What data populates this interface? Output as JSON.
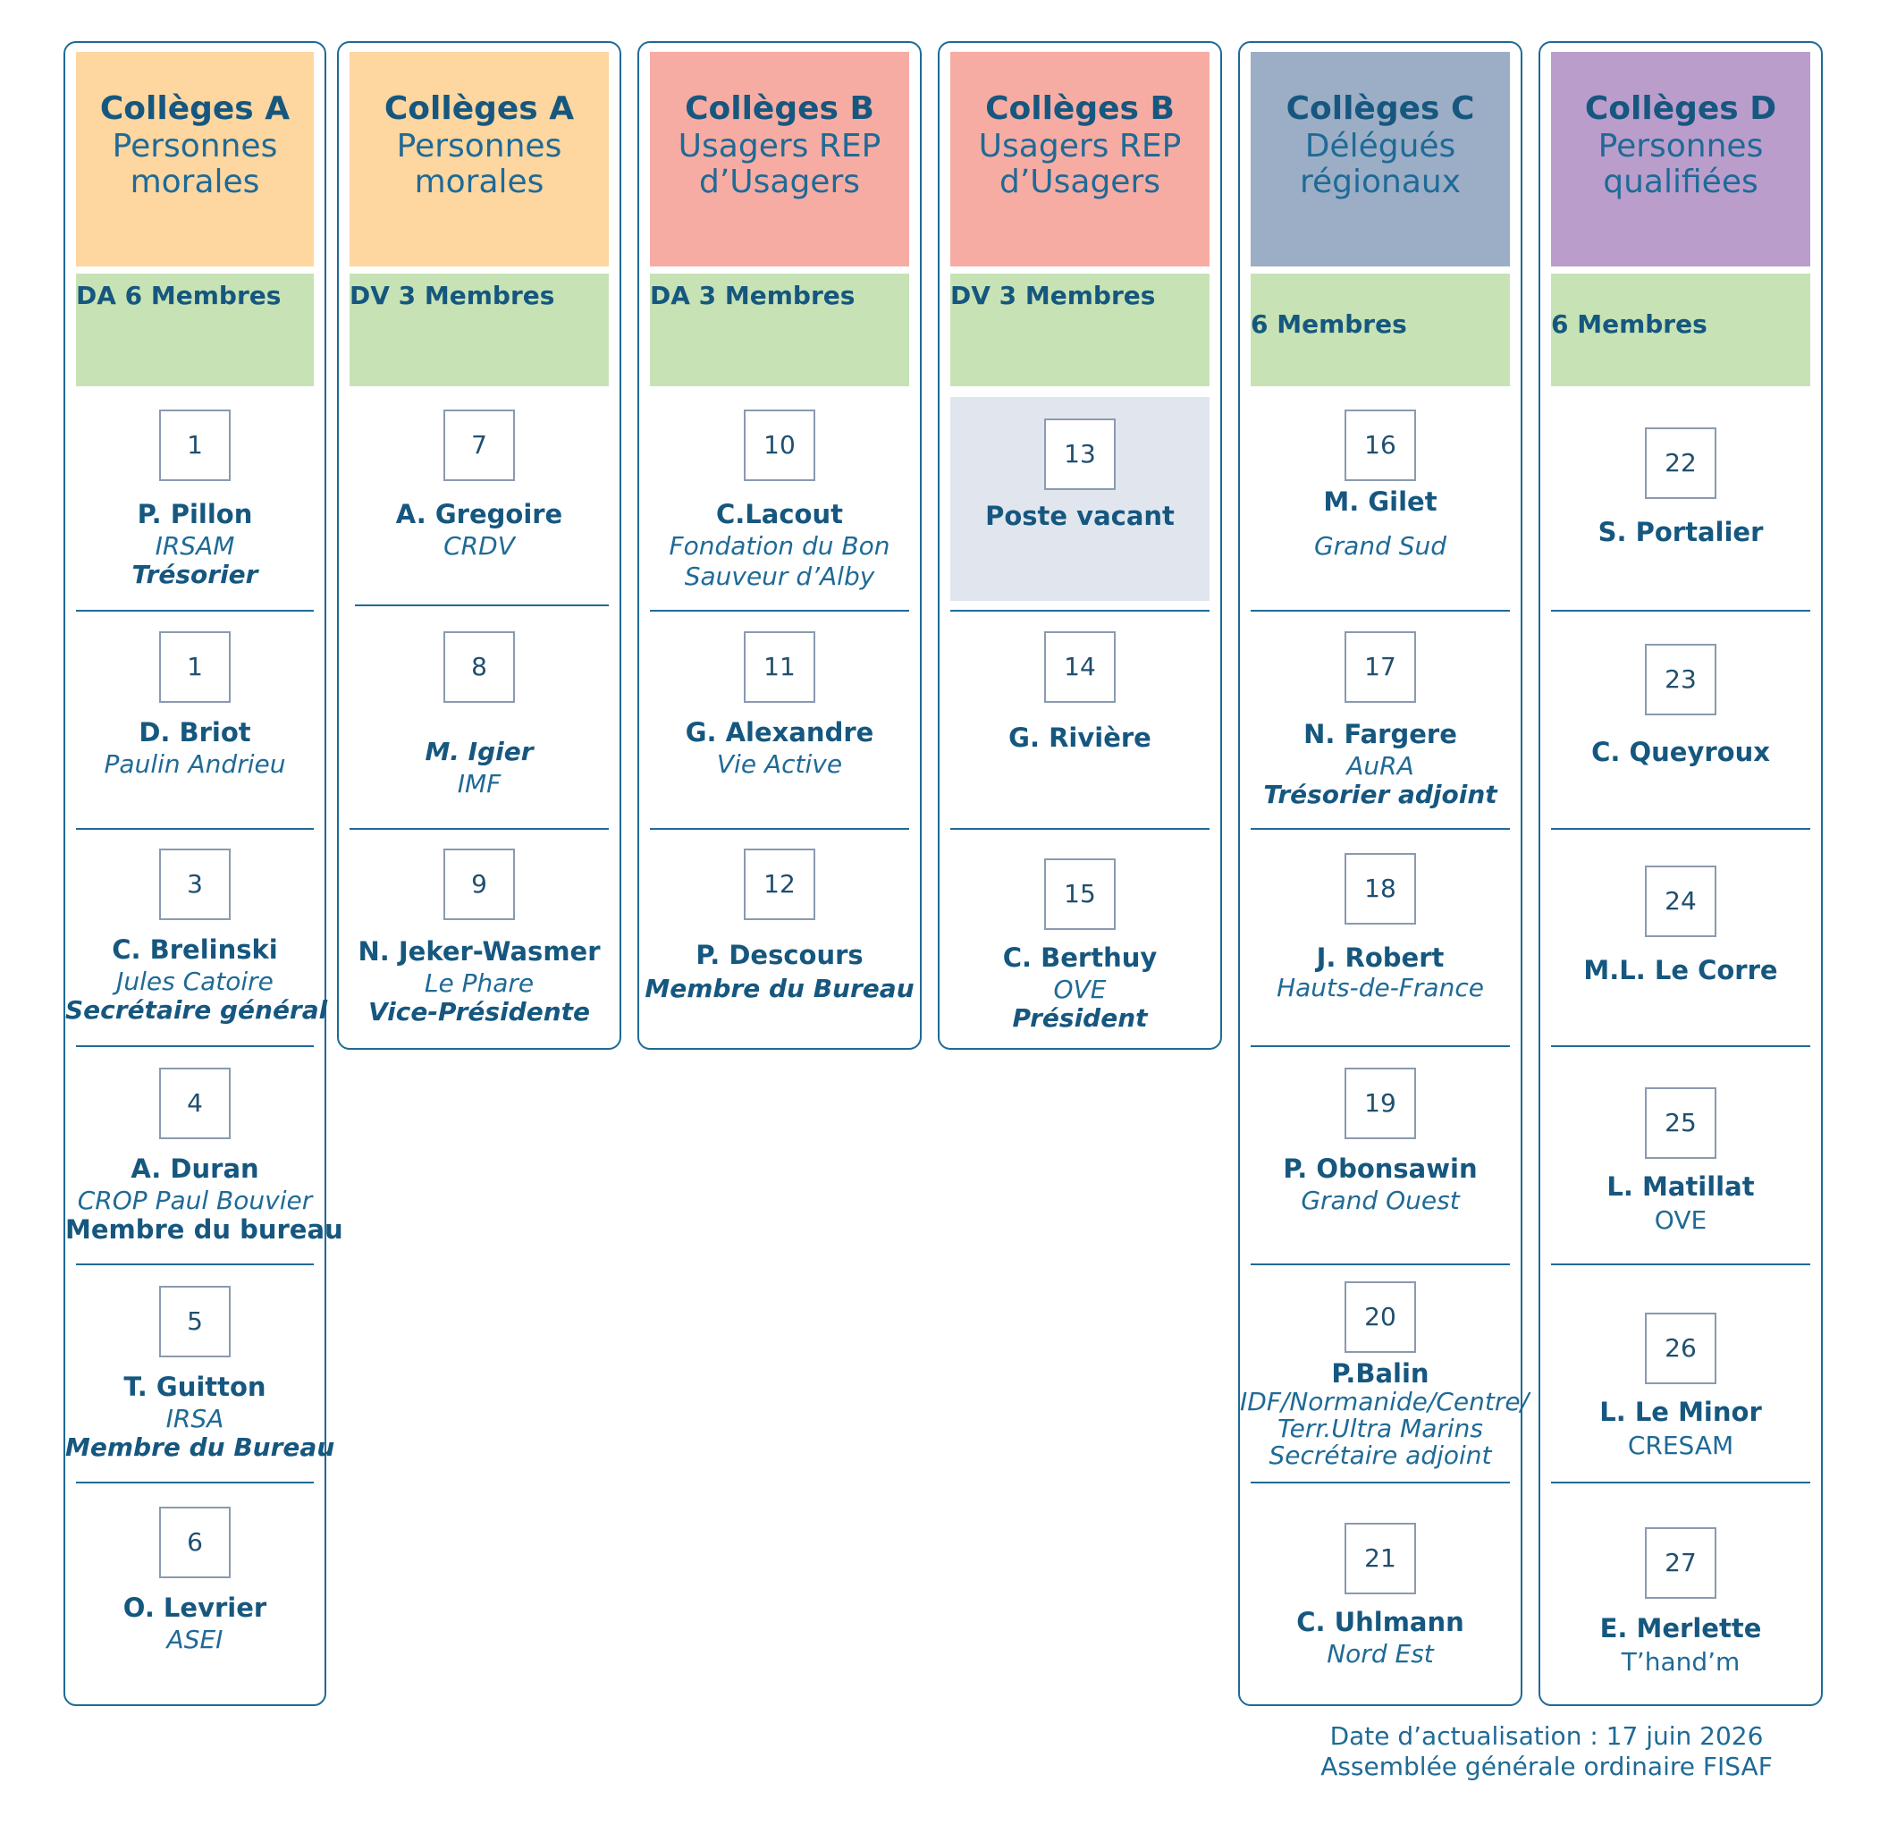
{
  "columns": [
    {
      "title": "Collèges A",
      "subtitle1": "Personnes",
      "subtitle2": "morales",
      "color": "#fdd6a0",
      "band": "DA 6 Membres",
      "members": [
        {
          "num": "1",
          "name": "P. Pillon",
          "org": "IRSAM",
          "role": "Trésorier"
        },
        {
          "num": "1",
          "name": "D. Briot",
          "org": "Paulin Andrieu",
          "role": ""
        },
        {
          "num": "3",
          "name": "C. Brelinski",
          "org": "Jules Catoire",
          "role": "Secrétaire général"
        },
        {
          "num": "4",
          "name": "A. Duran",
          "org": "CROP Paul Bouvier",
          "role": "Membre du bureau"
        },
        {
          "num": "5",
          "name": "T. Guitton",
          "org": "IRSA",
          "role": "Membre du Bureau"
        },
        {
          "num": "6",
          "name": "O. Levrier",
          "org": "ASEI",
          "role": ""
        }
      ]
    },
    {
      "title": "Collèges A",
      "subtitle1": "Personnes",
      "subtitle2": "morales",
      "color": "#fdd6a0",
      "band": "DV 3 Membres",
      "members": [
        {
          "num": "7",
          "name": "A. Gregoire",
          "org": "CRDV",
          "role": ""
        },
        {
          "num": "8",
          "name": "M. Igier",
          "org": "IMF",
          "role": ""
        },
        {
          "num": "9",
          "name": "N. Jeker-Wasmer",
          "org": "Le Phare",
          "role": "Vice-Présidente"
        }
      ]
    },
    {
      "title": "Collèges B",
      "subtitle1": "Usagers REP",
      "subtitle2": "d’Usagers",
      "color": "#f7aca3",
      "band": "DA 3 Membres",
      "members": [
        {
          "num": "10",
          "name": "C.Lacout",
          "org": "Fondation du Bon",
          "org2": "Sauveur d’Alby",
          "role": ""
        },
        {
          "num": "11",
          "name": "G. Alexandre",
          "org": "Vie Active",
          "role": ""
        },
        {
          "num": "12",
          "name": "P. Descours",
          "org": "",
          "role": "Membre du Bureau"
        }
      ]
    },
    {
      "title": "Collèges B",
      "subtitle1": "Usagers REP",
      "subtitle2": "d’Usagers",
      "color": "#f7aca3",
      "band": "DV 3 Membres",
      "members": [
        {
          "num": "13",
          "name": "Poste vacant",
          "org": "",
          "role": ""
        },
        {
          "num": "14",
          "name": "G. Rivière",
          "org": "",
          "role": ""
        },
        {
          "num": "15",
          "name": "C. Berthuy",
          "org": "OVE",
          "role": "Président"
        }
      ]
    },
    {
      "title": "Collèges C",
      "subtitle1": "Délégués",
      "subtitle2": "régionaux",
      "color": "#9caec6",
      "band": "6 Membres",
      "members": [
        {
          "num": "16",
          "name": "M. Gilet",
          "org": "Grand Sud",
          "role": ""
        },
        {
          "num": "17",
          "name": "N. Fargere",
          "org": "AuRA",
          "role": "Trésorier adjoint"
        },
        {
          "num": "18",
          "name": "J. Robert",
          "org": "Hauts-de-France",
          "role": ""
        },
        {
          "num": "19",
          "name": "P. Obonsawin",
          "org": "Grand Ouest",
          "role": ""
        },
        {
          "num": "20",
          "name": "P.Balin",
          "org": "IDF/Normanide/Centre/",
          "org2": "Terr.Ultra Marins",
          "org3": "Secrétaire  adjoint",
          "role": ""
        },
        {
          "num": "21",
          "name": "C. Uhlmann",
          "org": "Nord Est",
          "role": ""
        }
      ]
    },
    {
      "title": "Collèges D",
      "subtitle1": "Personnes",
      "subtitle2": "qualifiées",
      "color": "#bb9dcc",
      "band": "6 Membres",
      "members": [
        {
          "num": "22",
          "name": "S. Portalier",
          "org": "",
          "role": ""
        },
        {
          "num": "23",
          "name": "C. Queyroux",
          "org": "",
          "role": ""
        },
        {
          "num": "24",
          "name": "M.L. Le Corre",
          "org": "",
          "role": ""
        },
        {
          "num": "25",
          "name": "L. Matillat",
          "org": "OVE",
          "role": ""
        },
        {
          "num": "26",
          "name": "L. Le Minor",
          "org": "CRESAM",
          "role": ""
        },
        {
          "num": "27",
          "name": "E. Merlette",
          "org": "T’hand’m",
          "role": ""
        }
      ]
    }
  ],
  "footer": {
    "line1": "Date d’actualisation : 17 juin 2026",
    "line2": "Assemblée générale ordinaire FISAF"
  }
}
